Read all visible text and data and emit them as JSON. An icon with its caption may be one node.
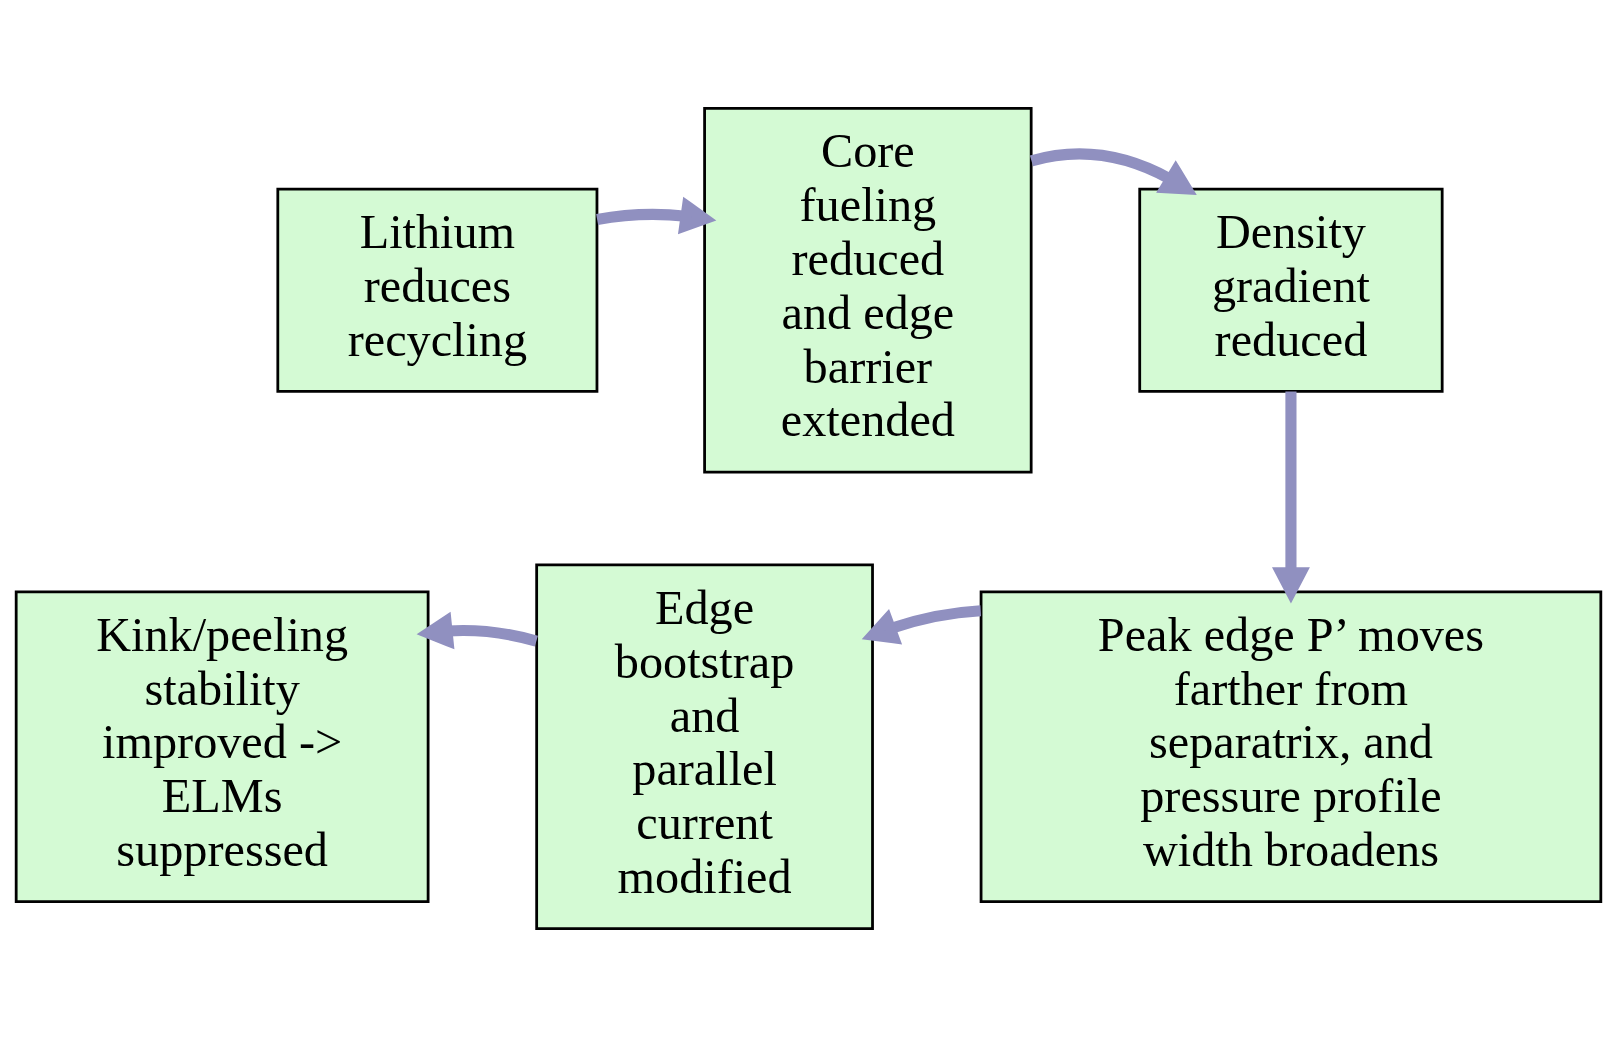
{
  "diagram": {
    "nodes": [
      {
        "text": [
          "Lithium reduces recycling"
        ]
      },
      {
        "text": [
          "Core fueling reduced and edge barrier extended"
        ]
      },
      {
        "text": [
          "Density gradient reduced"
        ]
      },
      {
        "text": [
          "Peak edge P’ moves farther from separatrix, and pressure profile width broadens"
        ]
      },
      {
        "text": [
          "Edge bootstrap and parallel current modified"
        ]
      },
      {
        "text": [
          "Kink/peeling stability improved -> ELMs suppressed"
        ]
      }
    ],
    "edges": [
      {
        "from": 0,
        "to": 1,
        "arrow": "to"
      },
      {
        "from": 1,
        "to": 2,
        "arrow": "to"
      },
      {
        "from": 2,
        "to": 3,
        "arrow": "to"
      },
      {
        "from": 3,
        "to": 4,
        "arrow": "to"
      },
      {
        "from": 4,
        "to": 5,
        "arrow": "to"
      }
    ]
  }
}
